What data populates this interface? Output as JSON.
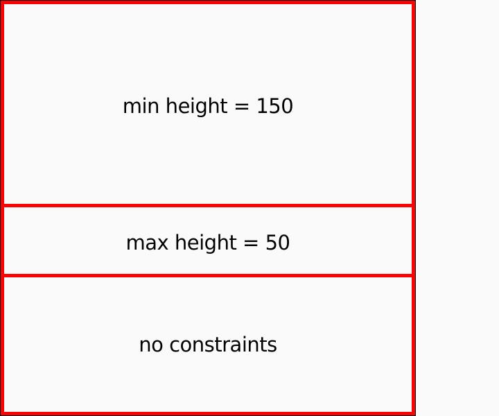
{
  "panels": [
    {
      "label": "min height = 150"
    },
    {
      "label": "max height = 50"
    },
    {
      "label": "no constraints"
    }
  ],
  "colors": {
    "border": "#ff0000",
    "frame": "#000000",
    "background": "#fafafa",
    "text": "#000000"
  }
}
